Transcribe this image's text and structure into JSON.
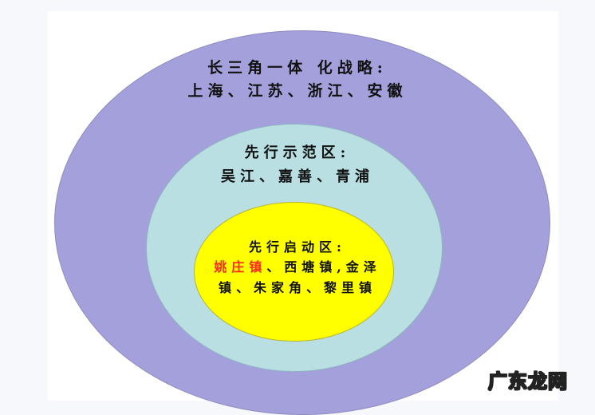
{
  "diagram": {
    "type": "nested-ellipses",
    "colors": {
      "outer": "#a3a0dc",
      "middle": "#b9dfe3",
      "inner": "#ffff00",
      "highlight_text": "#ff2a1a"
    },
    "outer": {
      "title": "长三角一体 化战略:",
      "body": "上海、江苏、浙江、安徽"
    },
    "middle": {
      "title": "先行示范区:",
      "body": "吴江、嘉善、青浦"
    },
    "inner": {
      "title": "先行启动区:",
      "line1_highlight": "姚庄镇",
      "line1_rest": "、西塘镇,金泽",
      "line2": "镇、朱家角、黎里镇"
    }
  },
  "watermark": "广东龙网"
}
